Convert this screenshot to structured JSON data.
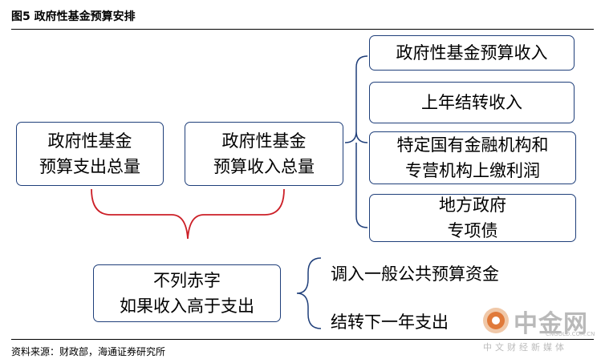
{
  "header": {
    "title": "图5  政府性基金预算安排"
  },
  "boxes": {
    "total_expenditure": [
      "政府性基金",
      "预算支出总量"
    ],
    "total_income": [
      "政府性基金",
      "预算收入总量"
    ],
    "budget_income": "政府性基金预算收入",
    "carryover_income": "上年结转收入",
    "profit_remittance": [
      "特定国有金融机构和",
      "专营机构上缴利润"
    ],
    "local_special_bond": [
      "地方政府",
      "专项债"
    ],
    "no_deficit": [
      "不列赤字",
      "如果收入高于支出"
    ]
  },
  "outcomes": {
    "transfer_general": "调入一般公共预算资金",
    "carry_forward": "结转下一年支出"
  },
  "footer": {
    "source": "资料来源：财政部，海通证券研究所"
  },
  "watermark": {
    "brand": "中金网",
    "url": "CNGOLD.COM.CN",
    "tagline": "中文财经新媒体"
  },
  "colors": {
    "box_border": "#1f3f7a",
    "brace": "#cc1f27",
    "connector": "#1f3f7a"
  }
}
